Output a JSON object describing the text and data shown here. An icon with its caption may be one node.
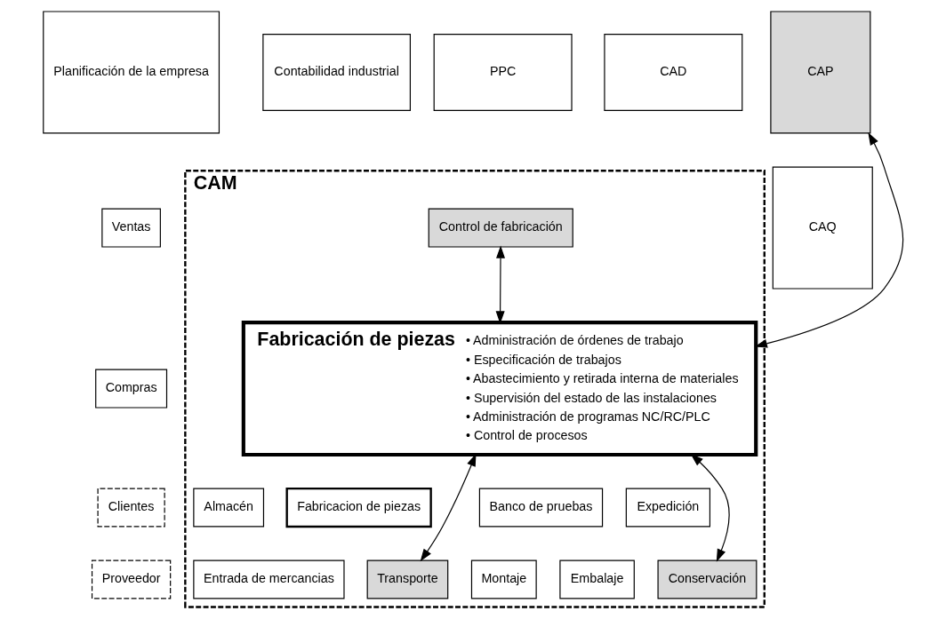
{
  "diagram": {
    "nodes": [
      {
        "text": [
          "Planificación de la empresa"
        ]
      },
      {
        "text": [
          "Contabilidad industrial"
        ]
      },
      {
        "text": [
          "PPC"
        ]
      },
      {
        "text": [
          "CAD"
        ]
      },
      {
        "text": [
          "CAP"
        ]
      },
      {
        "text": [
          "Ventas"
        ]
      },
      {
        "text": [
          "Compras"
        ]
      },
      {
        "text": [
          "Clientes"
        ]
      },
      {
        "text": [
          "Proveedor"
        ]
      },
      {
        "text": [
          "CAM"
        ]
      },
      {
        "text": [
          "Control de fabricación"
        ],
        "in": 9
      },
      {
        "text": [
          "Fabricación de piezas",
          "• Administración de órdenes de trabajo",
          "• Especificación de trabajos",
          "• Abastecimiento y retirada interna de materiales",
          "• Supervisión del estado de las instalaciones",
          "• Administración de programas NC/RC/PLC",
          "• Control de procesos"
        ],
        "in": 9
      },
      {
        "text": [
          "Almacén"
        ],
        "in": 9
      },
      {
        "text": [
          "Fabricacion de piezas"
        ],
        "in": 9
      },
      {
        "text": [
          "Banco de pruebas"
        ],
        "in": 9
      },
      {
        "text": [
          "Expedición"
        ],
        "in": 9
      },
      {
        "text": [
          "Entrada de mercancias"
        ],
        "in": 9
      },
      {
        "text": [
          "Transporte"
        ],
        "in": 9
      },
      {
        "text": [
          "Montaje"
        ],
        "in": 9
      },
      {
        "text": [
          "Embalaje"
        ],
        "in": 9
      },
      {
        "text": [
          "Conservación"
        ],
        "in": 9
      },
      {
        "text": [
          "CAQ"
        ]
      }
    ],
    "edges": [
      {
        "from": 10,
        "to": 11,
        "arrow": "both"
      },
      {
        "from": 11,
        "to": 17,
        "arrow": "both"
      },
      {
        "from": 11,
        "to": 20,
        "arrow": "both"
      },
      {
        "from": 11,
        "to": 4,
        "arrow": "both"
      }
    ]
  }
}
